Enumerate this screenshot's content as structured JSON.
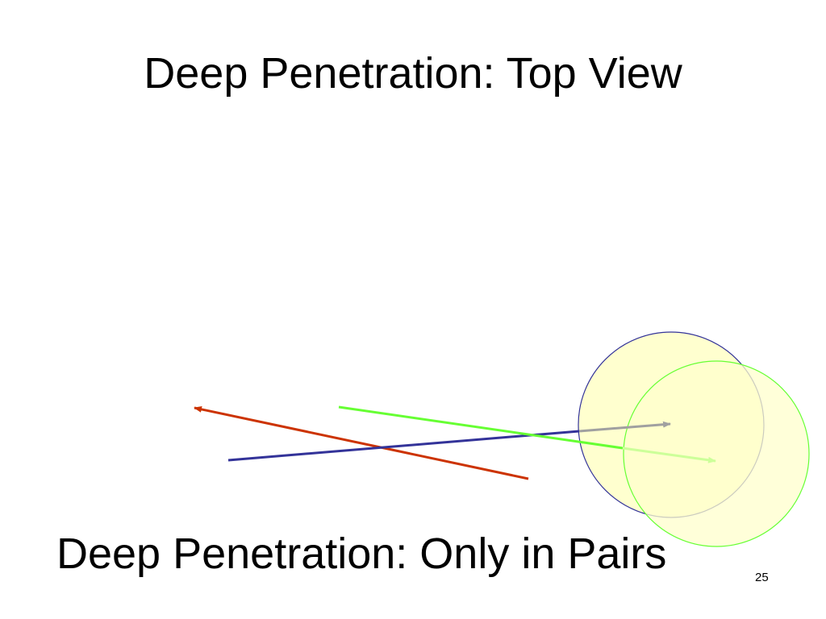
{
  "slide": {
    "title": "Deep Penetration: Top View",
    "subtitle": "Deep Penetration: Only in Pairs",
    "page_number": "25"
  },
  "colors": {
    "background": "#ffffff",
    "text": "#000000",
    "circle_fill": "#ffffcc",
    "circle_a_stroke": "#333399",
    "circle_b_stroke": "#66ff33",
    "arrow_red": "#cc3300",
    "arrow_blue": "#333399",
    "arrow_green": "#66ff33",
    "arrow_gray": "#a0a0a0",
    "arrow_light_green": "#ccff99"
  },
  "diagram": {
    "circles": [
      "circle-a",
      "circle-b"
    ],
    "arrows": [
      "red-arrow",
      "blue-line",
      "green-line",
      "gray-arrow",
      "light-green-arrow"
    ]
  }
}
